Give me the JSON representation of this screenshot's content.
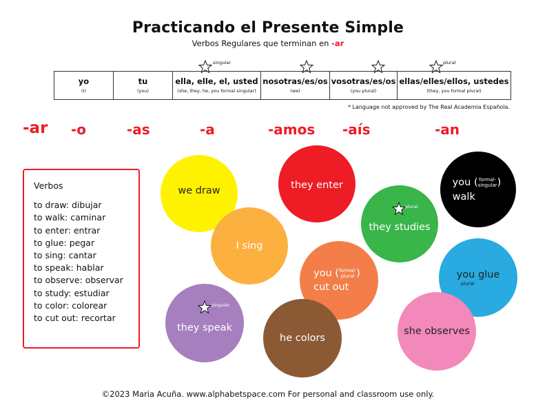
{
  "title": "Practicando el Presente Simple",
  "subtitle_pre": "Verbos Regulares que terminan en ",
  "subtitle_ar": "-ar",
  "pronouns": [
    {
      "main": "yo",
      "sub": "(I)"
    },
    {
      "main": "tu",
      "sub": "(you)"
    },
    {
      "main": "ella, elle, el, usted",
      "sub": "(she, they, he, you formal singular)",
      "tag": "singular"
    },
    {
      "main": "nosotras/es/os",
      "sub": "(we)"
    },
    {
      "main": "vosotras/es/os",
      "sub": "(you plural)"
    },
    {
      "main": "ellas/elles/ellos, ustedes",
      "sub": "(they, you formal plural)",
      "tag": "plural"
    }
  ],
  "asterisk": "*",
  "note": "* Language not approved by The Real Academia Española.",
  "endings": [
    "-ar",
    "-o",
    "-as",
    "-a",
    "-amos",
    "-aís",
    "-an"
  ],
  "verbs": {
    "title": "Verbos",
    "list": [
      "to draw: dibujar",
      "to walk: caminar",
      "to enter: entrar",
      "to glue: pegar",
      "to sing: cantar",
      "to speak: hablar",
      "to observe: observar",
      "to study: estudiar",
      "to color: colorear",
      "to cut out: recortar"
    ]
  },
  "circles": {
    "draw": "we draw",
    "enter": "they enter",
    "walk_you": "you",
    "walk_formal": "formal-",
    "walk_singular": "singular",
    "walk_verb": "walk",
    "studies": "they studies",
    "studies_tag": "plural",
    "sing": "I sing",
    "cut_you": "you",
    "cut_formal": "formal-",
    "cut_plural": "plural",
    "cut_verb": "cut out",
    "glue": "you glue",
    "glue_tag": "plural",
    "speak": "they speak",
    "speak_tag": "singular",
    "colors": "he colors",
    "observes": "she observes"
  },
  "colors": {
    "red": "#ee1c25",
    "yellow": "#fff200",
    "orange": "#fbb040",
    "coral": "#f37e4a",
    "green": "#39b54a",
    "black": "#000000",
    "blue": "#29aae1",
    "purple": "#a67fbf",
    "brown": "#8b5a34",
    "pink": "#f389bb"
  },
  "footer": "©2023   Maria Acuña. www.alphabetspace.com For personal and classroom use only."
}
